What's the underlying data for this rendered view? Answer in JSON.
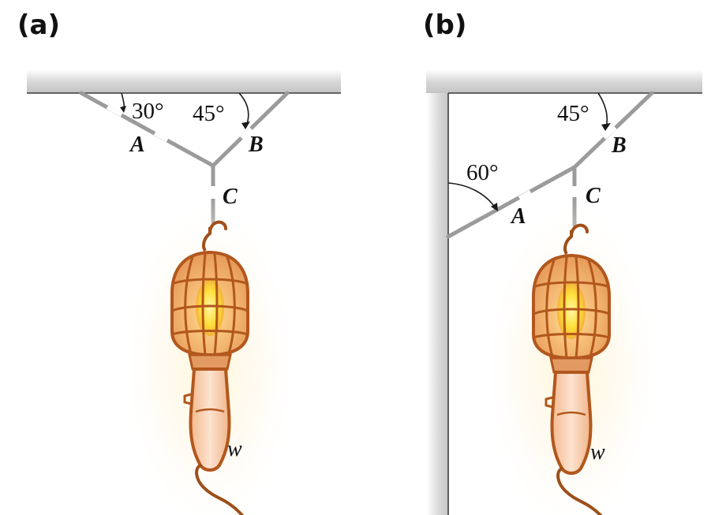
{
  "panels": [
    {
      "label": "(a)",
      "angle_a": "30°",
      "angle_b": "45°",
      "point_a": "A",
      "point_b": "B",
      "point_c": "C",
      "weight": "w"
    },
    {
      "label": "(b)",
      "angle_a": "60°",
      "angle_b": "45°",
      "point_a": "A",
      "point_b": "B",
      "point_c": "C",
      "weight": "w"
    }
  ],
  "colors": {
    "rope": "#9b9b9b",
    "lamp_orange": "#c9631f",
    "bulb_glow": "#ffe14a",
    "ceiling_shadow": "#cfcfcf"
  },
  "icons": [
    "lamp-icon",
    "hook-icon",
    "bulb-icon"
  ]
}
